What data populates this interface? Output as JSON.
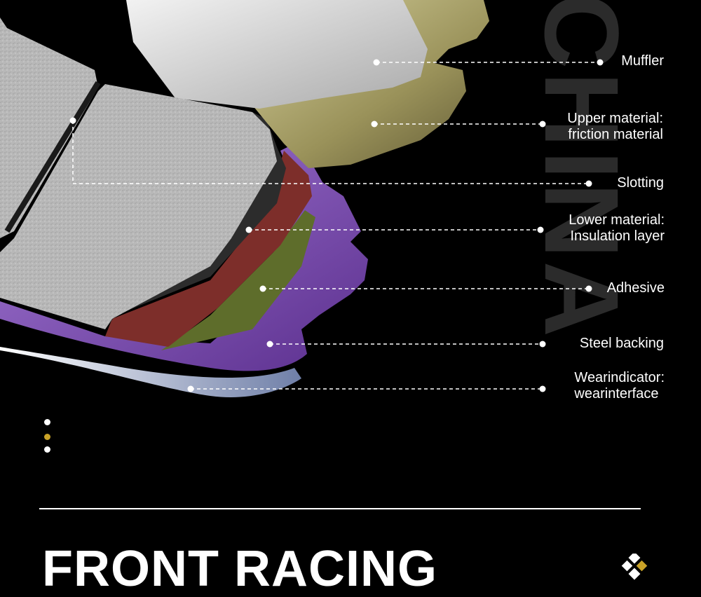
{
  "watermark": "CHINA",
  "title": "FRONT RACING",
  "labels": {
    "muffler": "Muffler",
    "upper_1": "Upper material:",
    "upper_2": "friction material",
    "slotting": "Slotting",
    "lower_1": "Lower material:",
    "lower_2": "Insulation layer",
    "adhesive": "Adhesive",
    "steel": "Steel backing",
    "wear_1": "Wearindicator:",
    "wear_2": "wearinterface"
  },
  "colors": {
    "background": "#000000",
    "text": "#ffffff",
    "accent": "#c9a227",
    "friction": "#bdbdbd",
    "insulation": "#7a2f2a",
    "adhesive": "#5b6b2d",
    "steel": "#7a4bb0",
    "shim": "#b9b07a",
    "watermark": "#2b2b2b"
  }
}
